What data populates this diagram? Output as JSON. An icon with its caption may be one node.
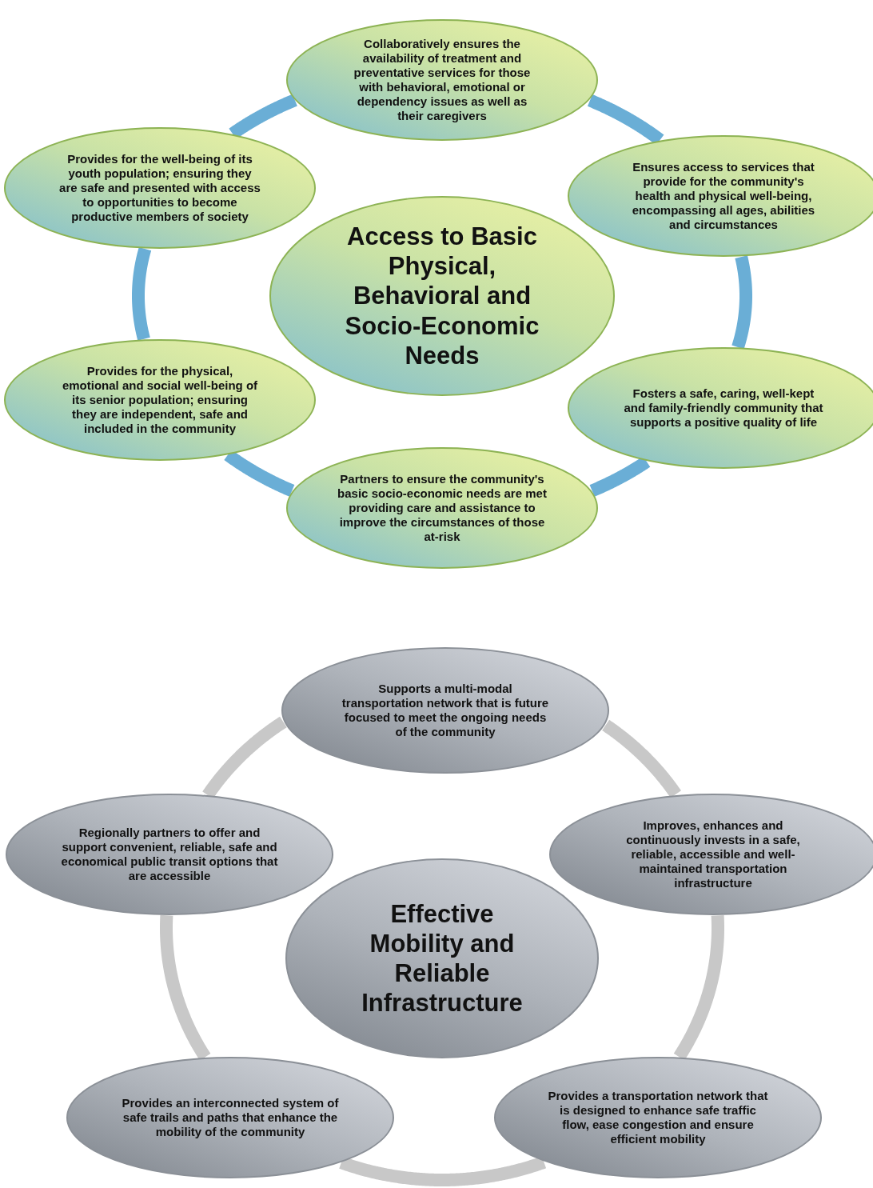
{
  "diagram": {
    "nodes": [
      {
        "text": [
          "Collaboratively ensures the availability of treatment and preventative services for those with behavioral, emotional or dependency issues as well as their caregivers"
        ]
      },
      {
        "text": [
          "Provides for the well-being of its youth population; ensuring they are safe and presented with access to opportunities to become productive members of society"
        ]
      },
      {
        "text": [
          "Ensures access to services that provide for the community's health and physical well-being, encompassing all ages, abilities and circumstances"
        ]
      },
      {
        "text": [
          "Access to Basic Physical, Behavioral and Socio-Economic Needs"
        ]
      },
      {
        "text": [
          "Provides for the physical, emotional and social well-being of its senior population; ensuring they are independent, safe and included in the community"
        ]
      },
      {
        "text": [
          "Fosters a safe, caring, well-kept and family-friendly community that supports a positive quality of life"
        ]
      },
      {
        "text": [
          "Partners to ensure the community's basic socio-economic needs are met providing care and assistance to improve the circumstances of those at-risk"
        ]
      },
      {
        "text": [
          "Supports a multi-modal transportation network that is future focused to meet the ongoing needs of the community"
        ]
      },
      {
        "text": [
          "Regionally partners to offer and support convenient, reliable, safe and economical public transit options that are accessible"
        ]
      },
      {
        "text": [
          "Improves, enhances and continuously invests in a safe, reliable, accessible and well-maintained transportation infrastructure"
        ]
      },
      {
        "text": [
          "Effective Mobility and Reliable Infrastructure"
        ]
      },
      {
        "text": [
          "Provides an interconnected system of safe trails and paths that enhance the mobility of the community"
        ]
      },
      {
        "text": [
          "Provides a transportation network that is designed to enhance safe traffic flow, ease congestion and ensure efficient mobility"
        ]
      }
    ],
    "edges": [
      {
        "from": 0,
        "to": 2,
        "arrow": "none",
        "color": "#6aaed6"
      },
      {
        "from": 2,
        "to": 5,
        "arrow": "none",
        "color": "#6aaed6"
      },
      {
        "from": 5,
        "to": 6,
        "arrow": "none",
        "color": "#6aaed6"
      },
      {
        "from": 6,
        "to": 4,
        "arrow": "none",
        "color": "#6aaed6"
      },
      {
        "from": 4,
        "to": 1,
        "arrow": "none",
        "color": "#6aaed6"
      },
      {
        "from": 1,
        "to": 0,
        "arrow": "none",
        "color": "#6aaed6"
      },
      {
        "from": 7,
        "to": 9,
        "arrow": "none",
        "color": "#c8c8c8"
      },
      {
        "from": 9,
        "to": 12,
        "arrow": "none",
        "color": "#c8c8c8"
      },
      {
        "from": 12,
        "to": 11,
        "arrow": "none",
        "color": "#c8c8c8"
      },
      {
        "from": 11,
        "to": 8,
        "arrow": "none",
        "color": "#c8c8c8"
      },
      {
        "from": 8,
        "to": 7,
        "arrow": "none",
        "color": "#c8c8c8"
      }
    ]
  }
}
